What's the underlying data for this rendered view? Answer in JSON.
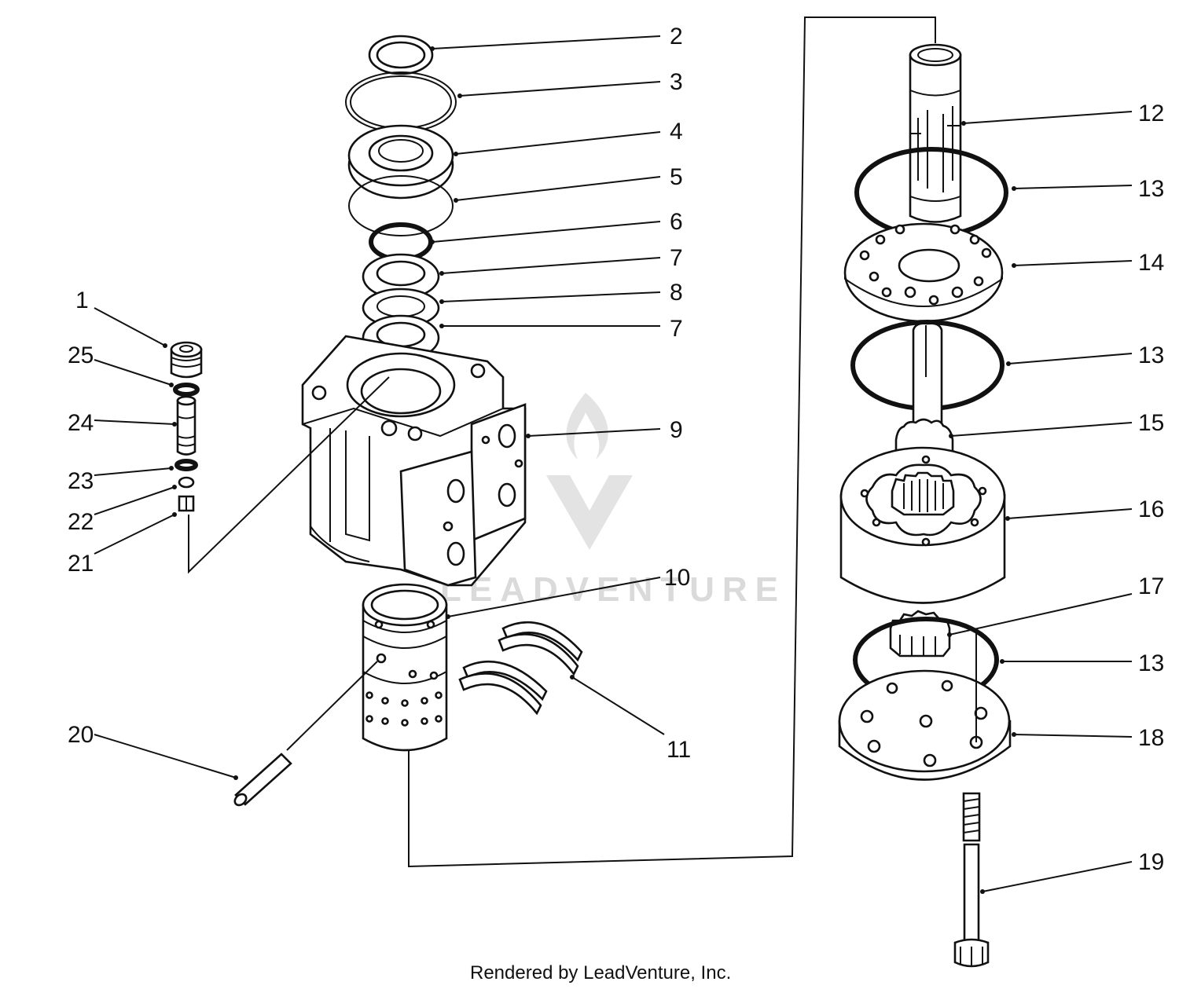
{
  "diagram": {
    "callouts": {
      "c1": "1",
      "c2": "2",
      "c3": "3",
      "c4": "4",
      "c5": "5",
      "c6": "6",
      "c7a": "7",
      "c8": "8",
      "c7b": "7",
      "c9": "9",
      "c10": "10",
      "c11": "11",
      "c12": "12",
      "c13a": "13",
      "c14": "14",
      "c13b": "13",
      "c15": "15",
      "c16": "16",
      "c17": "17",
      "c13c": "13",
      "c18": "18",
      "c19": "19",
      "c20": "20",
      "c21": "21",
      "c22": "22",
      "c23": "23",
      "c24": "24",
      "c25": "25"
    },
    "watermark": "LEADVENTURE",
    "credit": "Rendered by LeadVenture, Inc."
  }
}
